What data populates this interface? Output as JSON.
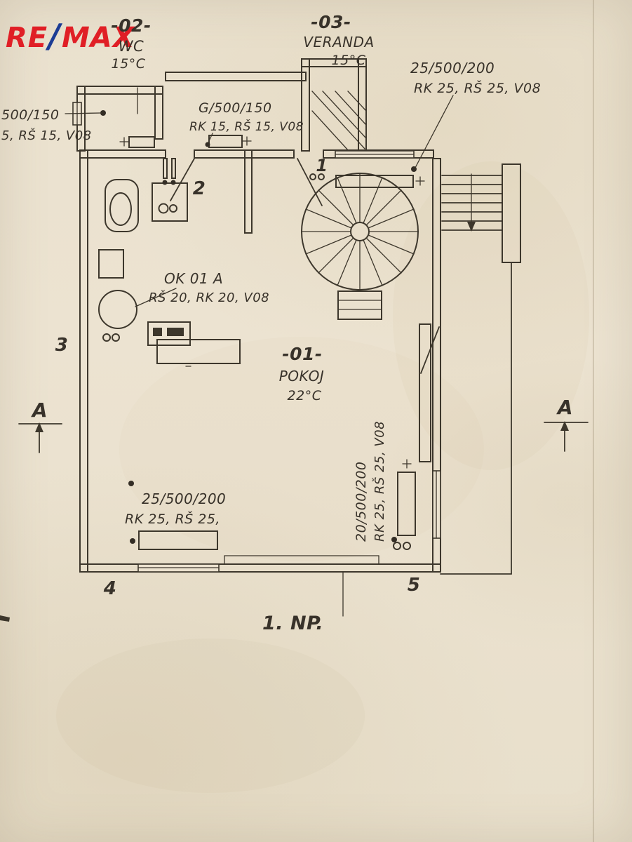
{
  "logo": {
    "re": "RE",
    "slash": "/",
    "max": "MAX"
  },
  "rooms": {
    "pokoj": {
      "code": "-01-",
      "name": "POKOJ",
      "temp": "22°C"
    },
    "wc": {
      "code": "-02-",
      "name": "WC",
      "temp": "15°C"
    },
    "veranda": {
      "code": "-03-",
      "name": "VERANDA",
      "temp": "15°C"
    }
  },
  "windows": {
    "top_right": {
      "size": "25/500/200",
      "spec": "RK 25, RŠ 25, V08"
    },
    "hall": {
      "size": "G/500/150",
      "spec": "RK 15, RŠ 15, V08"
    },
    "left": {
      "size": "500/150",
      "spec": "5, RŠ 15, V08"
    },
    "ok01a": {
      "label": "OK 01 A",
      "spec": "RŠ 20, RK 20, V08"
    },
    "bottom": {
      "size": "25/500/200",
      "spec": "RK 25, RŠ 25,"
    },
    "right": {
      "size": "20/500/200",
      "spec": "RK 25, RŠ 25, V08"
    }
  },
  "markers": {
    "p1": "1",
    "p2": "2",
    "p3": "3",
    "p4": "4",
    "p5": "5",
    "section": "A"
  },
  "floor_label": "1. NP.",
  "colors": {
    "ink": "#3c362b",
    "paper": "#ebe2cf",
    "logo_red": "#e01f26",
    "logo_blue": "#1c3c94"
  }
}
